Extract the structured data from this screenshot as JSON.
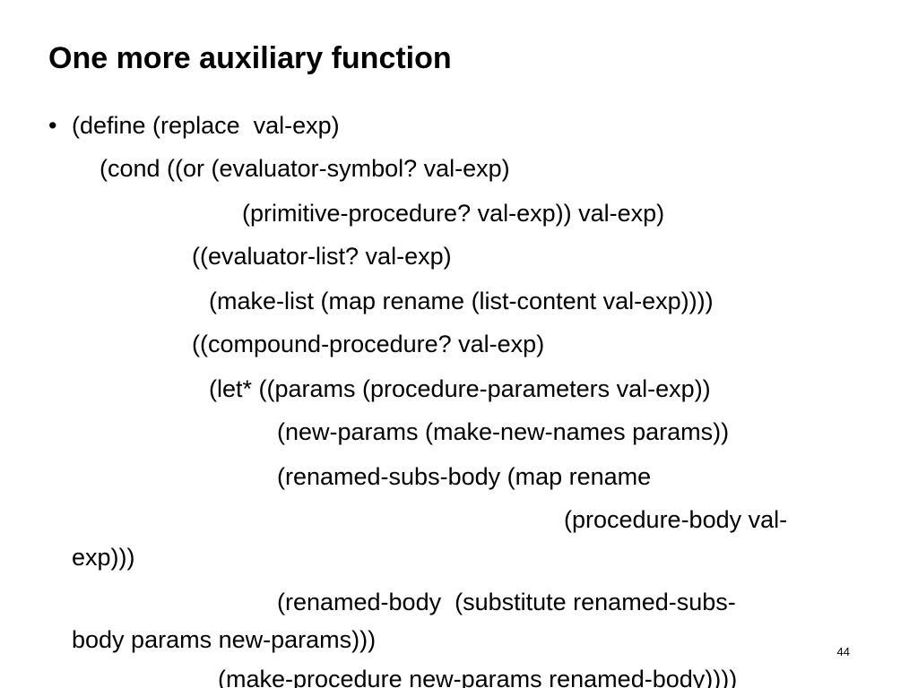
{
  "slide": {
    "title": "One more auxiliary function",
    "bullet_glyph": "•",
    "lines": [
      "(define (replace  val-exp)",
      "(cond ((or (evaluator-symbol? val-exp)",
      "(primitive-procedure? val-exp)) val-exp)",
      "((evaluator-list? val-exp)",
      "(make-list (map rename (list-content val-exp))))",
      "((compound-procedure? val-exp)",
      "(let* ((params (procedure-parameters val-exp))",
      "(new-params (make-new-names params))",
      "(renamed-subs-body (map rename",
      "(procedure-body val-",
      "exp)))",
      "(renamed-body  (substitute renamed-subs-",
      "body params new-params)))",
      "(make-procedure new-params renamed-body))))"
    ],
    "page_number": "44"
  }
}
